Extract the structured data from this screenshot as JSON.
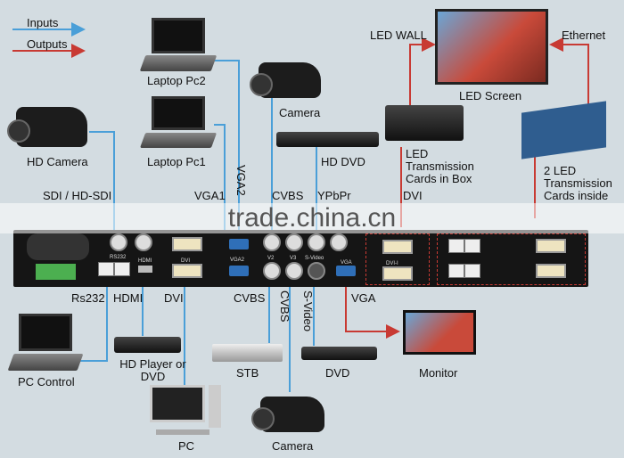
{
  "legend": {
    "inputs": "Inputs",
    "outputs": "Outputs"
  },
  "colors": {
    "input": "#4a9fd8",
    "output": "#c83a33",
    "background": "#d3dce1"
  },
  "top_devices": {
    "laptop_pc2": "Laptop Pc2",
    "camera": "Camera",
    "hd_camera": "HD Camera",
    "laptop_pc1": "Laptop Pc1",
    "hd_dvd": "HD DVD",
    "led_wall": "LED WALL",
    "ethernet": "Ethernet",
    "led_screen": "LED Screen",
    "led_box": "LED Transmission Cards in Box",
    "led_cards": "2 LED Transmission Cards inside"
  },
  "top_ports": {
    "sdi": "SDI / HD-SDI",
    "vga1": "VGA1",
    "vga2": "VGA2",
    "cvbs": "CVBS",
    "ypbpr": "YPbPr",
    "dvi": "DVI"
  },
  "watermark": "trade.china.cn",
  "panel": {
    "rs232": "RS232",
    "hdmi": "HDMI",
    "dvi": "DVI",
    "vga2": "VGA2",
    "v2": "V2",
    "v3": "V3",
    "svideo": "S-Video",
    "vga": "VGA",
    "dvii": "DVI-I"
  },
  "bottom_ports": {
    "rs232": "Rs232",
    "hdmi": "HDMI",
    "dvi": "DVI",
    "cvbs": "CVBS",
    "cvbs2": "CVBS",
    "svideo": "S-Video",
    "vga": "VGA"
  },
  "bottom_devices": {
    "pc_control": "PC Control",
    "hd_player": "HD Player or DVD",
    "stb": "STB",
    "dvd": "DVD",
    "monitor": "Monitor",
    "pc": "PC",
    "camera": "Camera"
  }
}
